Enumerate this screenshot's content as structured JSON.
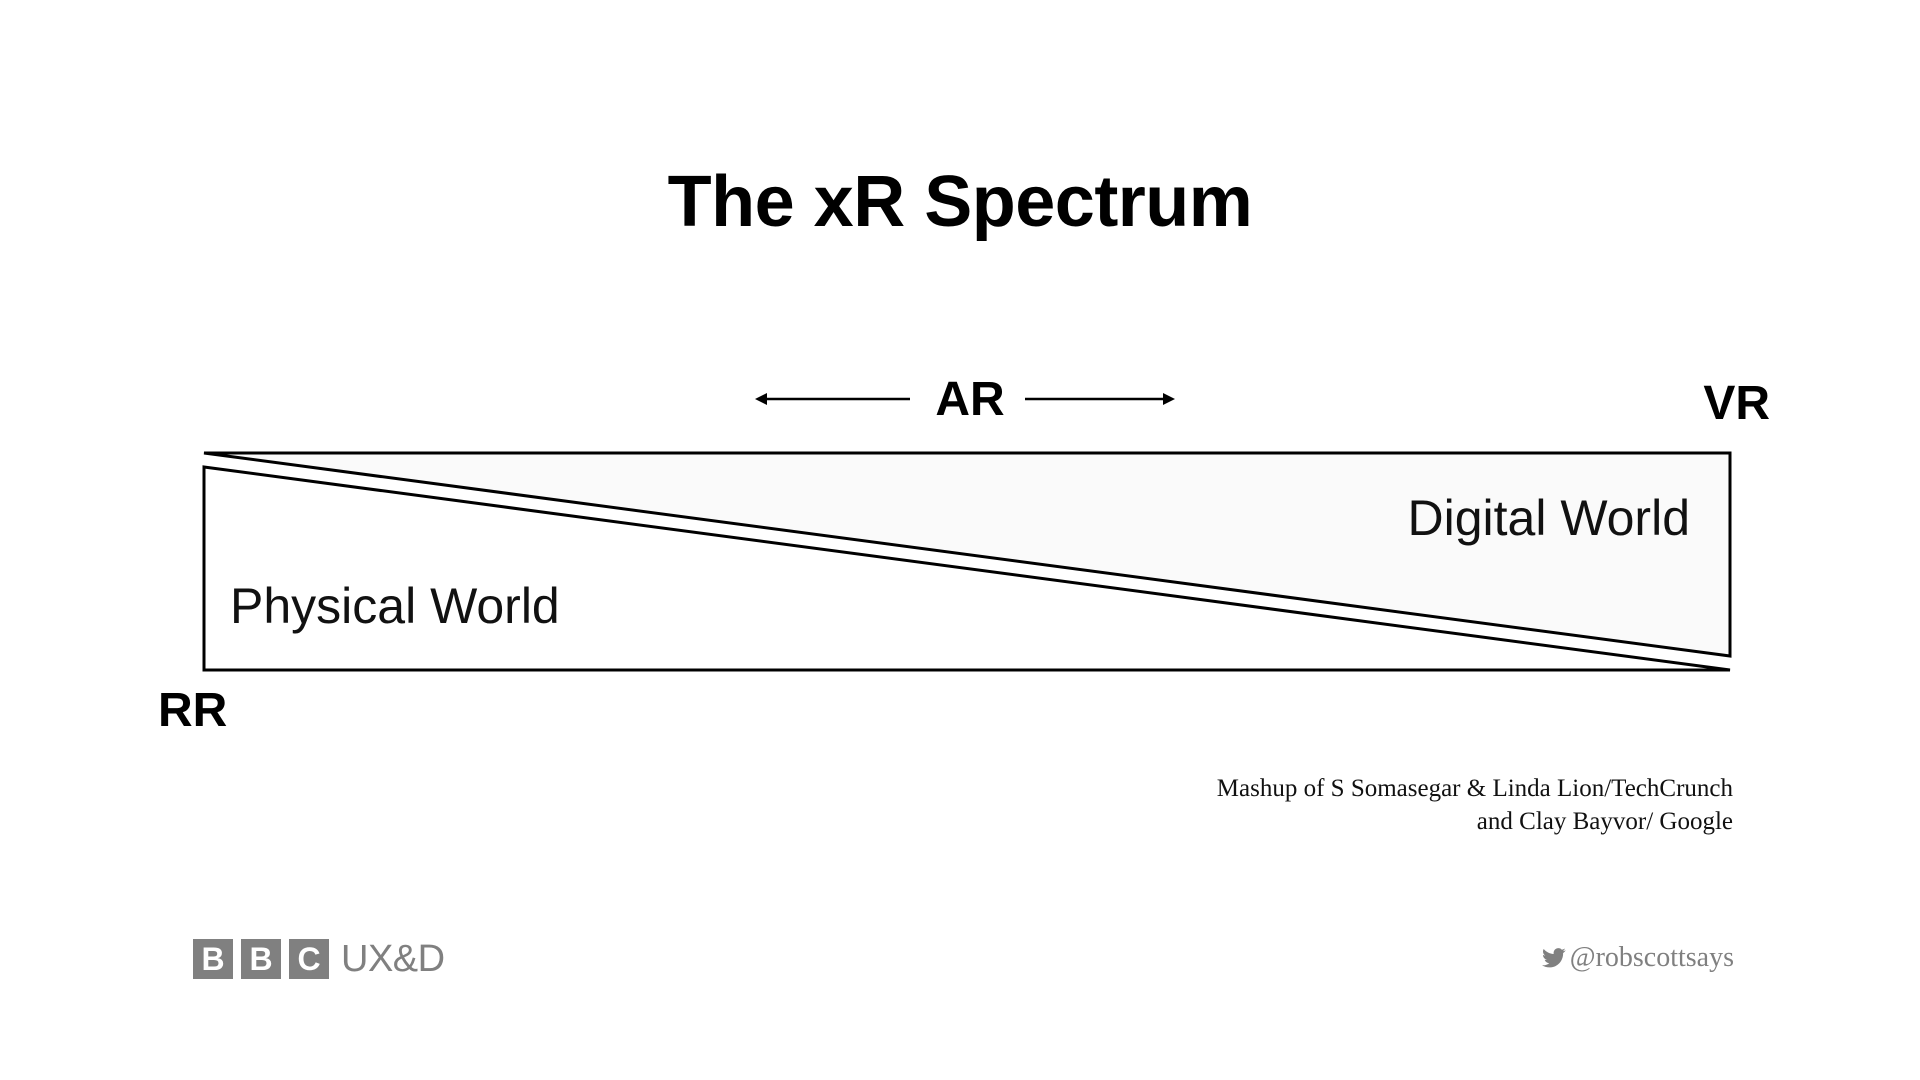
{
  "title": "The xR Spectrum",
  "spectrum": {
    "left_label": "RR",
    "center_label": "AR",
    "right_label": "VR",
    "lower_region_label": "Physical World",
    "upper_region_label": "Digital World"
  },
  "credit": {
    "line1": "Mashup of S Somasegar & Linda Lion/TechCrunch",
    "line2": "and Clay Bayvor/ Google"
  },
  "footer": {
    "logo_letters": [
      "B",
      "B",
      "C"
    ],
    "logo_text": "UX&D",
    "handle": "@robscottsays",
    "logo_color": "#808080"
  },
  "icons": {
    "handle_icon": "twitter-bird-icon",
    "ar_left_arrow": "arrow-left-icon",
    "ar_right_arrow": "arrow-right-icon"
  },
  "colors": {
    "line": "#000000",
    "digital_fill": "#fafafa",
    "physical_fill": "#ffffff"
  }
}
